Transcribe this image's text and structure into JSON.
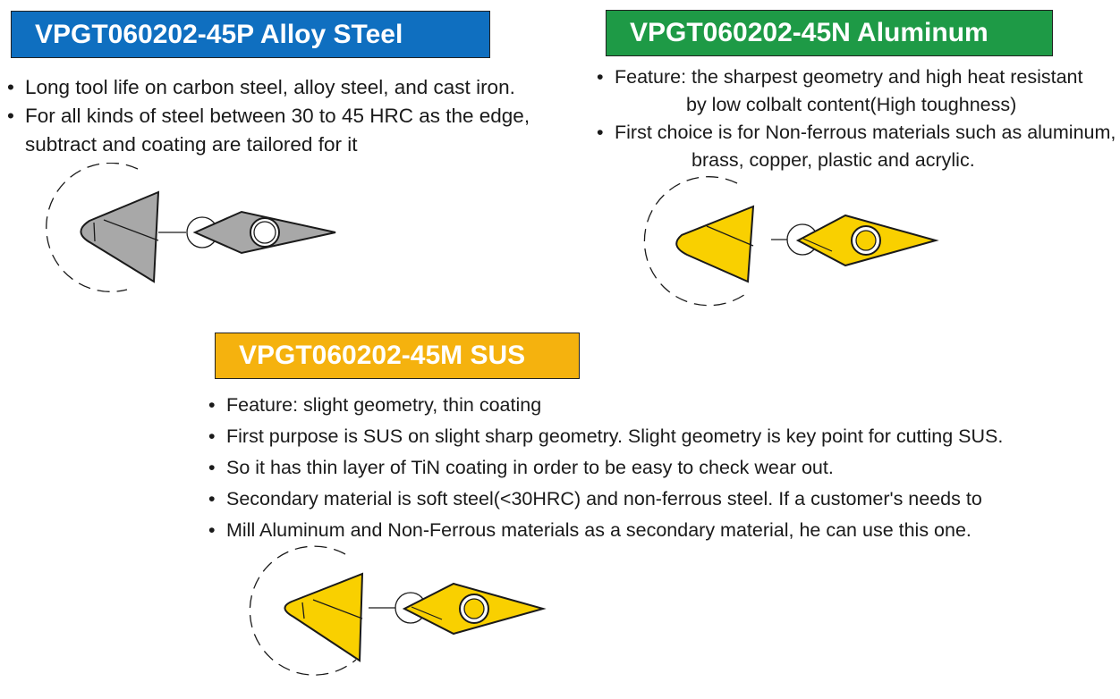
{
  "colors": {
    "blue_header": "#0f6fc0",
    "green_header": "#1e9a46",
    "orange_header": "#f5b20e",
    "insert_gray": "#a8a8a8",
    "insert_yellow": "#f9d000",
    "outline": "#1a1a1a"
  },
  "sections": {
    "steel": {
      "title": "VPGT060202-45P  Alloy STeel",
      "bullets": [
        {
          "line1": "Long tool life on carbon steel, alloy steel, and cast iron.",
          "line2": ""
        },
        {
          "line1": "For all kinds of steel between 30 to 45 HRC as the edge,",
          "line2": "subtract and coating are tailored for it"
        }
      ],
      "insert_color": "gray"
    },
    "aluminum": {
      "title": "VPGT060202-45N Aluminum",
      "bullets": [
        {
          "line1": "Feature: the sharpest geometry and high heat resistant",
          "line2": "by low colbalt content(High toughness)"
        },
        {
          "line1": "First choice is for Non-ferrous materials such as aluminum,",
          "line2": "brass, copper, plastic and acrylic."
        }
      ],
      "insert_color": "yellow"
    },
    "sus": {
      "title": "VPGT060202-45M SUS",
      "bullets": [
        "Feature: slight geometry, thin coating",
        "First purpose is SUS on slight sharp geometry. Slight geometry is key point for cutting SUS.",
        "So it has thin layer of TiN coating in order to be easy to check wear out.",
        "Secondary material is soft steel(<30HRC) and non-ferrous steel. If a customer's needs to",
        "Mill Aluminum and Non-Ferrous materials as a secondary material, he can use this one."
      ],
      "insert_color": "yellow"
    }
  }
}
